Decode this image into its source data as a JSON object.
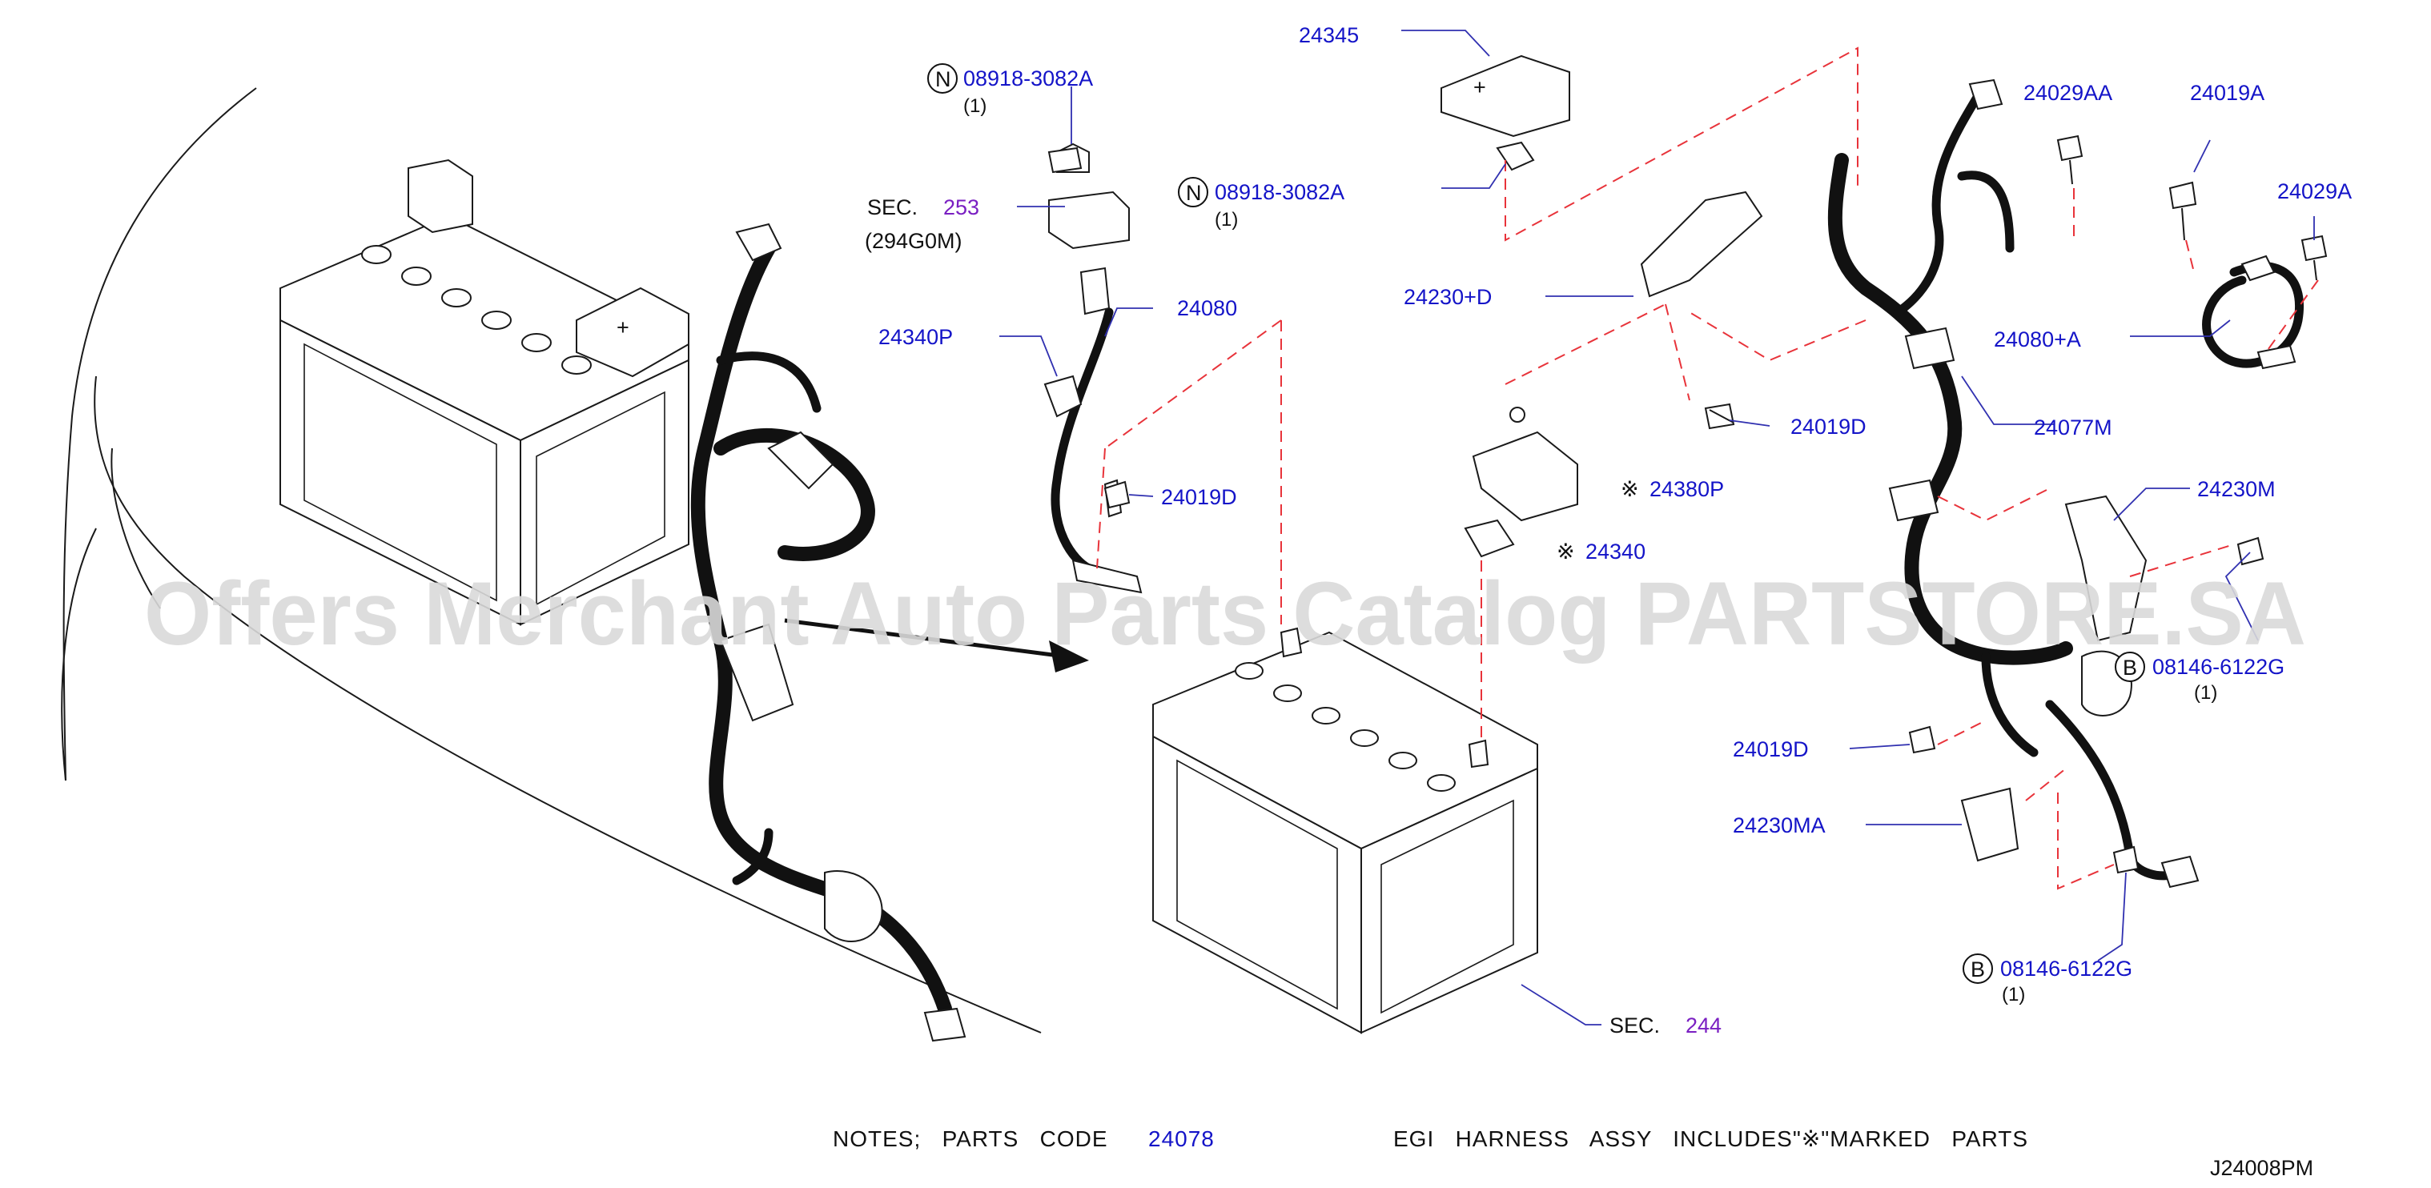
{
  "watermark": "Offers Merchant Auto Parts Catalog PARTSTORE.SA",
  "diagram_code": "J24008PM",
  "notes": {
    "prefix": "NOTES;   PARTS   CODE",
    "code": "24078",
    "suffix": "EGI   HARNESS   ASSY   INCLUDES\"※\"MARKED   PARTS"
  },
  "sections": [
    {
      "prefix": "SEC.",
      "number": "253",
      "sub": "(294G0M)"
    },
    {
      "prefix": "SEC.",
      "number": "244"
    }
  ],
  "callouts": {
    "n1": {
      "badge": "N",
      "part": "08918-3082A",
      "qty": "(1)"
    },
    "n2": {
      "badge": "N",
      "part": "08918-3082A",
      "qty": "(1)"
    },
    "b1": {
      "badge": "B",
      "part": "08146-6122G",
      "qty": "(1)"
    },
    "b2": {
      "badge": "B",
      "part": "08146-6122G",
      "qty": "(1)"
    }
  },
  "parts": {
    "p24345": "24345",
    "p24029AA": "24029AA",
    "p24019A": "24019A",
    "p24029A": "24029A",
    "p24230D": "24230+D",
    "p24080A": "24080+A",
    "p24019D_a": "24019D",
    "p24077M": "24077M",
    "p24380P": "24380P",
    "p24340": "24340",
    "p24230M": "24230M",
    "p24340P": "24340P",
    "p24080": "24080",
    "p24019D_b": "24019D",
    "p24019D_c": "24019D",
    "p24230MA": "24230MA"
  },
  "marks": {
    "m24380P": "※",
    "m24340": "※"
  }
}
